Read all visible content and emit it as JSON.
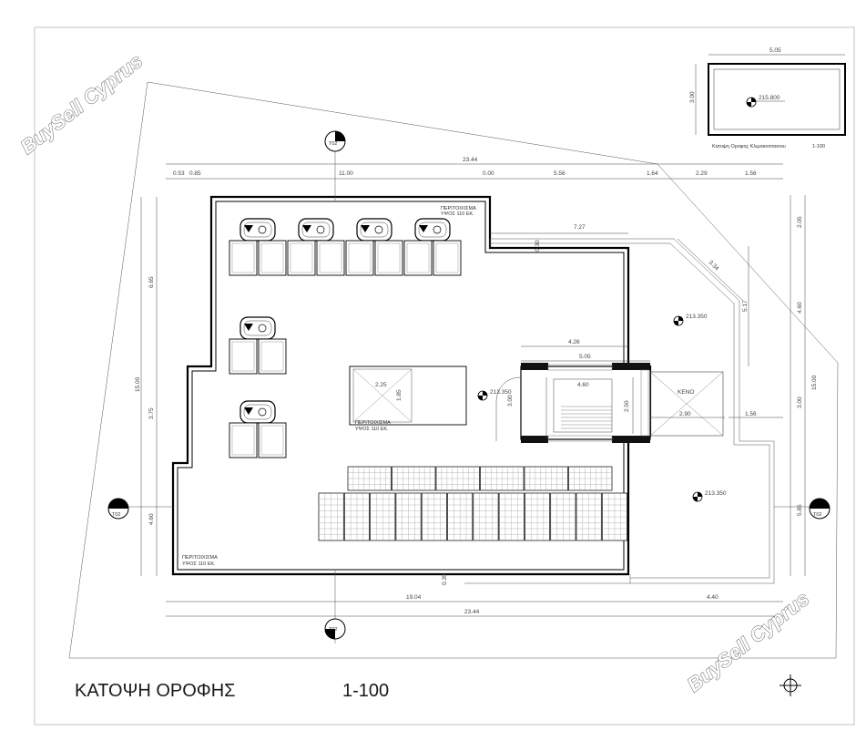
{
  "watermark": "BuySell Cyprus",
  "title": "ΚΑΤΟΨΗ ΟΡΟΦΗΣ",
  "scale": "1-100",
  "inset": {
    "caption": "Κατοψη Οροφης Κλιμακοστασιου",
    "scale": "1-100",
    "width": "5.05",
    "height": "3.00",
    "level": "215.800"
  },
  "section_marker": "T02",
  "levels": {
    "roof_right": "213.350",
    "stair": "213.350",
    "roof_low": "213.350"
  },
  "labels": {
    "void": "ΚΕΝΟ"
  },
  "parapet_notes": {
    "line1": "ΠΕΡΙΤΟΙΧΙΣΜΑ",
    "line2": "ΥΨΟΣ 110 ΕΚ."
  },
  "dims": {
    "top_total": "23.44",
    "t_053": "0.53",
    "t_085": "0.85",
    "t_1100": "11.00",
    "t_000": "0.00",
    "t_556": "5.56",
    "t_164": "1.64",
    "t_229": "2.29",
    "t_156": "1.56",
    "d_727": "7.27",
    "d_030": "0.30",
    "d_334": "3.34",
    "d_426": "4.26",
    "d_505": "5.05",
    "d_460": "4.60",
    "d_250": "2.50",
    "d_300": "3.00",
    "d_225": "2.25",
    "d_185": "1.85",
    "d_290": "2.90",
    "d_156b": "1.56",
    "d_517": "5.17",
    "left_665": "6.65",
    "left_1500": "15.00",
    "left_375": "3.75",
    "left_460": "4.60",
    "right_205": "2.05",
    "right_460": "4.60",
    "right_300": "3.00",
    "right_1500": "15.00",
    "right_585": "5.85",
    "b_1904": "19.04",
    "b_440": "4.40",
    "b_total": "23.44",
    "b_035": "0.35"
  }
}
